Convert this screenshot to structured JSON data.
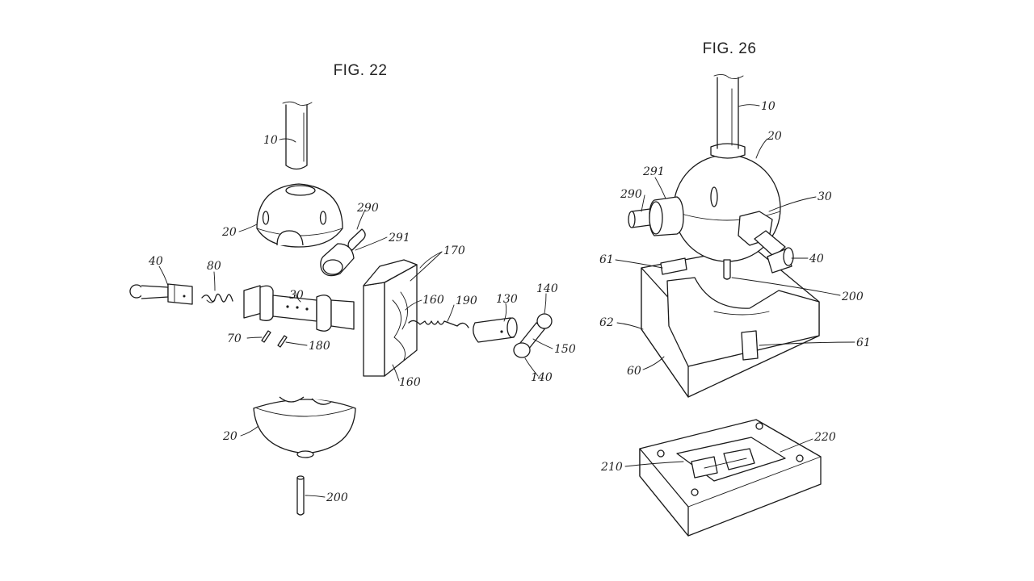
{
  "figures": [
    {
      "title": "FIG. 22",
      "labels": [
        "10",
        "20",
        "290",
        "291",
        "170",
        "40",
        "80",
        "30",
        "160",
        "190",
        "130",
        "140",
        "150",
        "140",
        "70",
        "180",
        "160",
        "20",
        "200"
      ]
    },
    {
      "title": "FIG. 26",
      "labels": [
        "10",
        "20",
        "291",
        "290",
        "30",
        "61",
        "40",
        "200",
        "62",
        "61",
        "60",
        "220",
        "210"
      ]
    }
  ]
}
